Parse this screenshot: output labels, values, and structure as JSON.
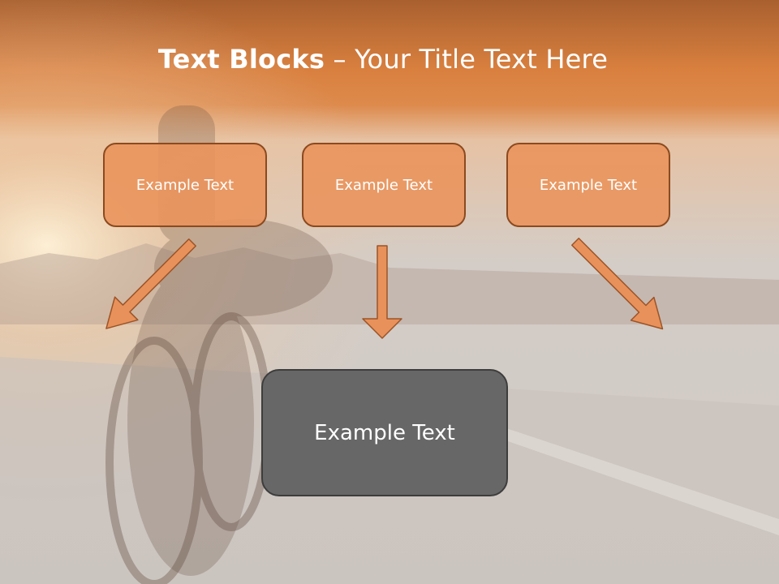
{
  "title": {
    "bold": "Text Blocks",
    "separator": " – ",
    "rest": "Your Title Text Here"
  },
  "blocks": [
    {
      "label": "Example Text"
    },
    {
      "label": "Example Text"
    },
    {
      "label": "Example Text"
    }
  ],
  "main_block": {
    "label": "Example Text"
  },
  "colors": {
    "header_orange": "#d9803f",
    "block_fill": "#ea945c",
    "block_border": "#8b4a1f",
    "main_fill": "#676767",
    "arrow_fill": "#e9915a",
    "arrow_stroke": "#9b5428"
  }
}
